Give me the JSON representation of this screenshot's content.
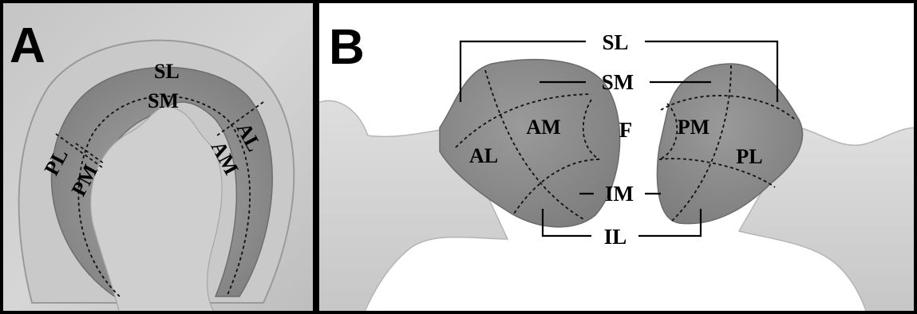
{
  "panel_a": {
    "letter": "A",
    "labels": {
      "sl": "SL",
      "sm": "SM",
      "pl": "PL",
      "pm": "PM",
      "am": "AM",
      "al": "AL"
    }
  },
  "panel_b": {
    "letter": "B",
    "labels": {
      "sl": "SL",
      "sm": "SM",
      "f": "F",
      "im": "IM",
      "il": "IL",
      "am": "AM",
      "al": "AL",
      "pm": "PM",
      "pl": "PL"
    }
  },
  "colors": {
    "background_bone": "#d2d2d2",
    "cartilage": "#8a8a8a",
    "frame": "#000000"
  }
}
